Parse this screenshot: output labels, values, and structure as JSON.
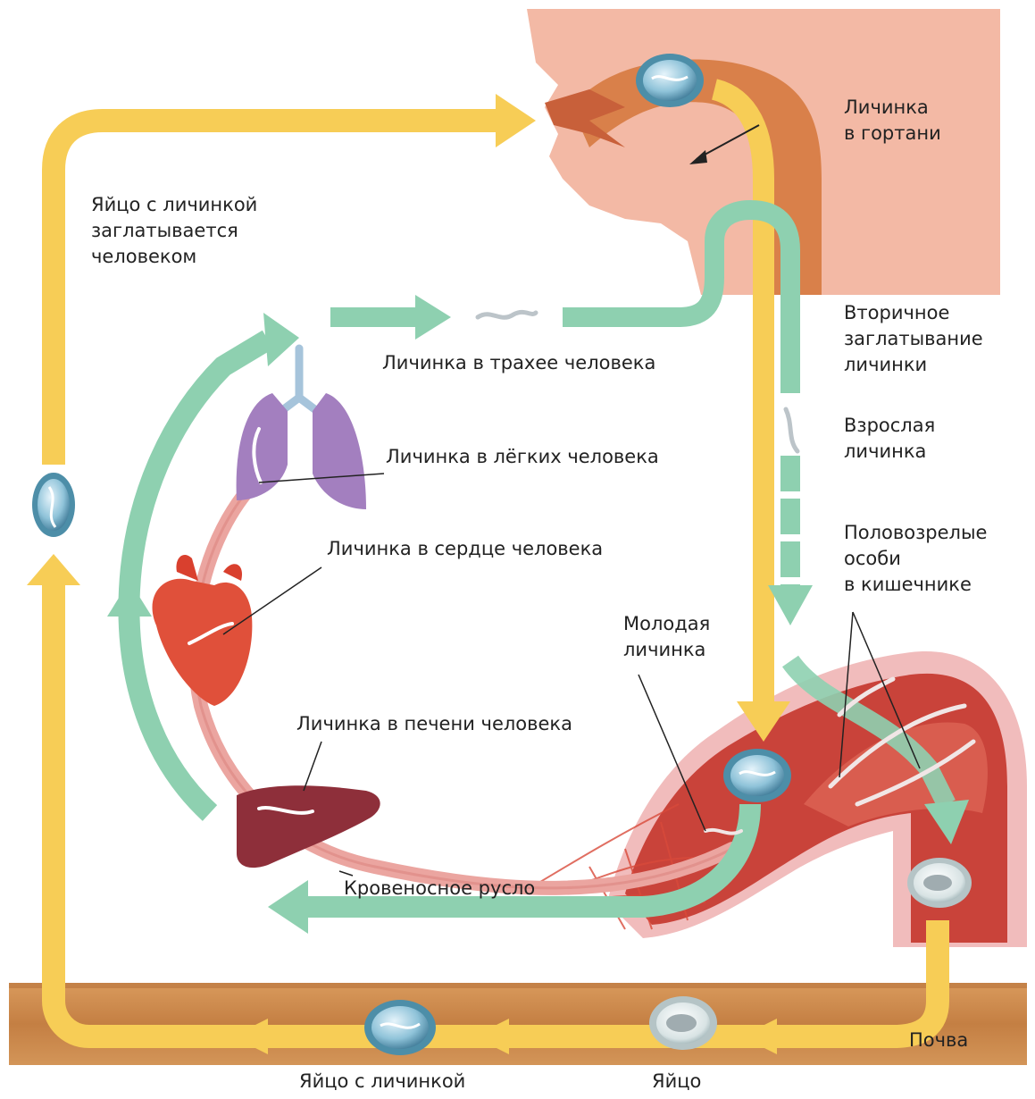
{
  "labels": {
    "larva_larynx": [
      "Личинка",
      "в гортани"
    ],
    "egg_swallowed": [
      "Яйцо с личинкой",
      "заглатывается",
      "человеком"
    ],
    "secondary_swallow": [
      "Вторичное",
      "заглатывание",
      "личинки"
    ],
    "trachea": "Личинка в трахее человека",
    "adult_larva": [
      "Взрослая",
      "личинка"
    ],
    "lungs": "Личинка в лёгких человека",
    "mature_intestine": [
      "Половозрелые",
      "особи",
      "в кишечнике"
    ],
    "heart": "Личинка в сердце человека",
    "young_larva": [
      "Молодая",
      "личинка"
    ],
    "liver": "Личинка в печени человека",
    "bloodstream": "Кровеносное русло",
    "soil": "Почва",
    "egg_with_larva": "Яйцо с личинкой",
    "egg": "Яйцо"
  },
  "colors": {
    "yellow_arrow": "#f7cd56",
    "green_arrow": "#8ed0b0",
    "skin": "#f2b09a",
    "throat": "#d9804a",
    "lungs": "#a37fbf",
    "heart": "#e0503a",
    "liver": "#8e2f3a",
    "intestine": "#c9433a",
    "soil": "#c8874a"
  }
}
